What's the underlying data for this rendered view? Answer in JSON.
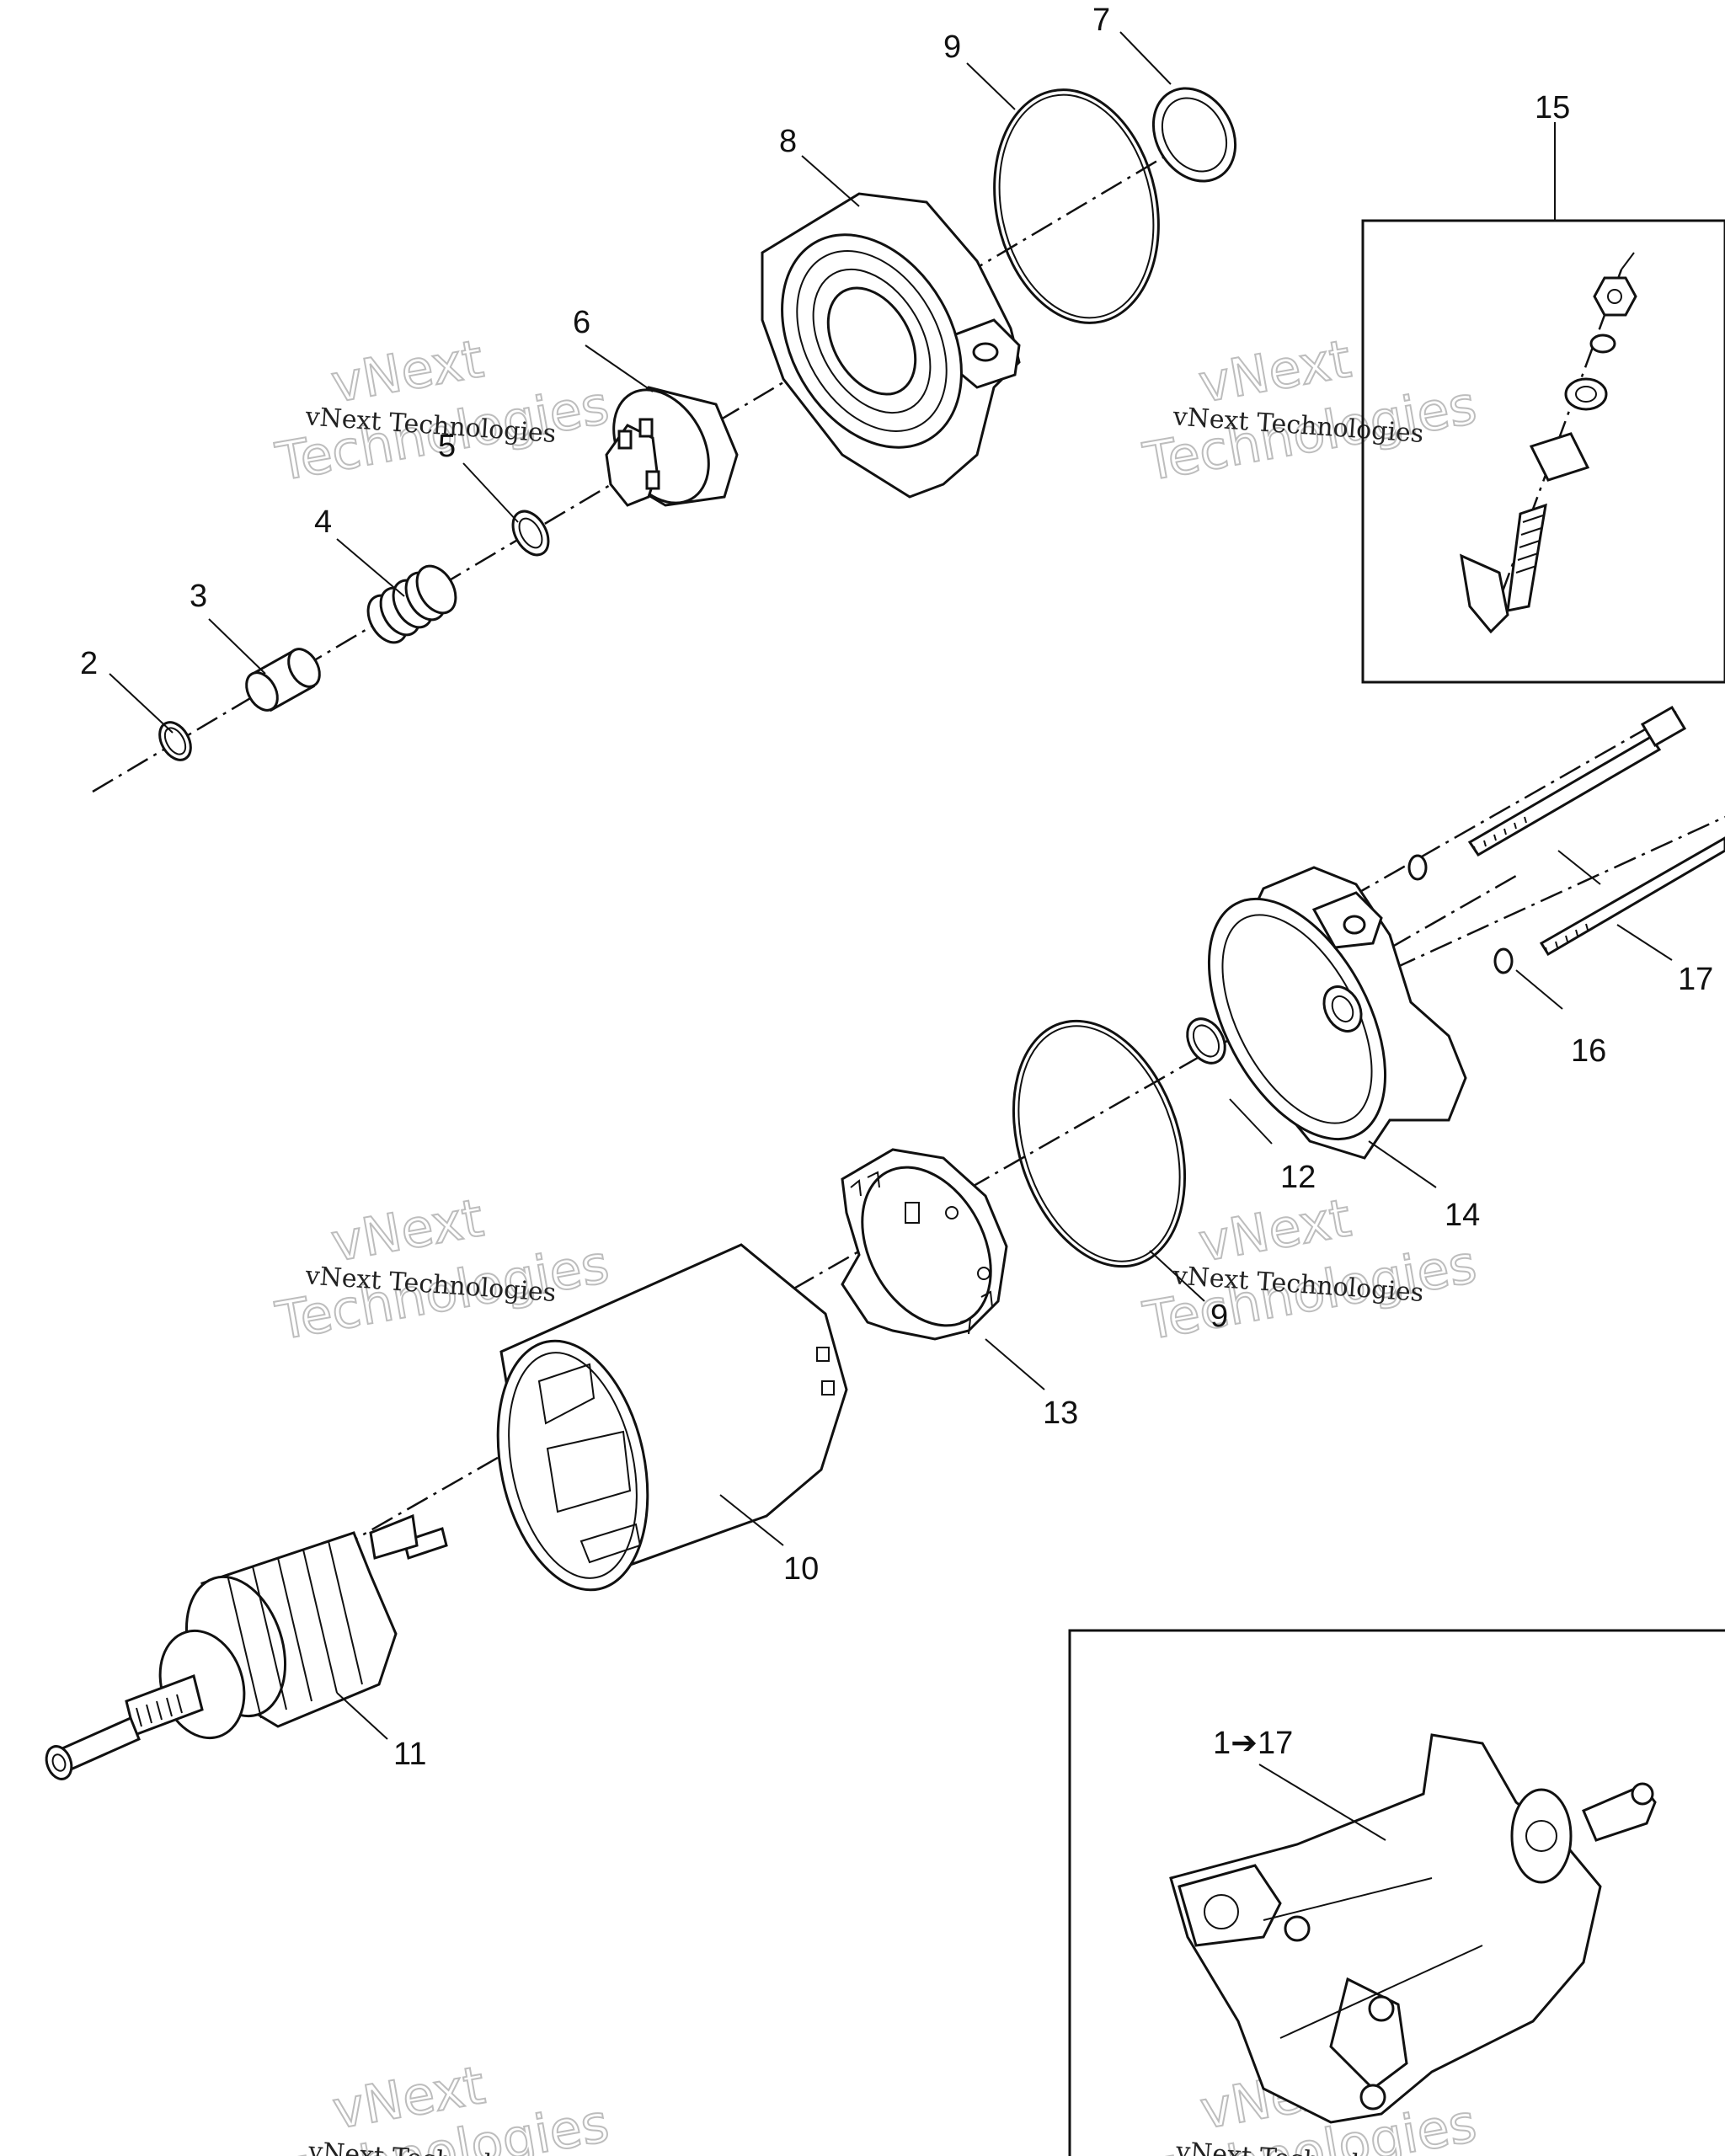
{
  "callouts": {
    "c1_17": "1➔17",
    "c2": "2",
    "c3": "3",
    "c4": "4",
    "c5": "5",
    "c6": "6",
    "c7": "7",
    "c8": "8",
    "c9a": "9",
    "c9b": "9",
    "c10": "10",
    "c11": "11",
    "c12": "12",
    "c13": "13",
    "c14": "14",
    "c15": "15",
    "c16": "16",
    "c17": "17"
  },
  "watermark": {
    "line1": "vNext Technologies",
    "line2": "vNext",
    "line3": "Technologies"
  }
}
